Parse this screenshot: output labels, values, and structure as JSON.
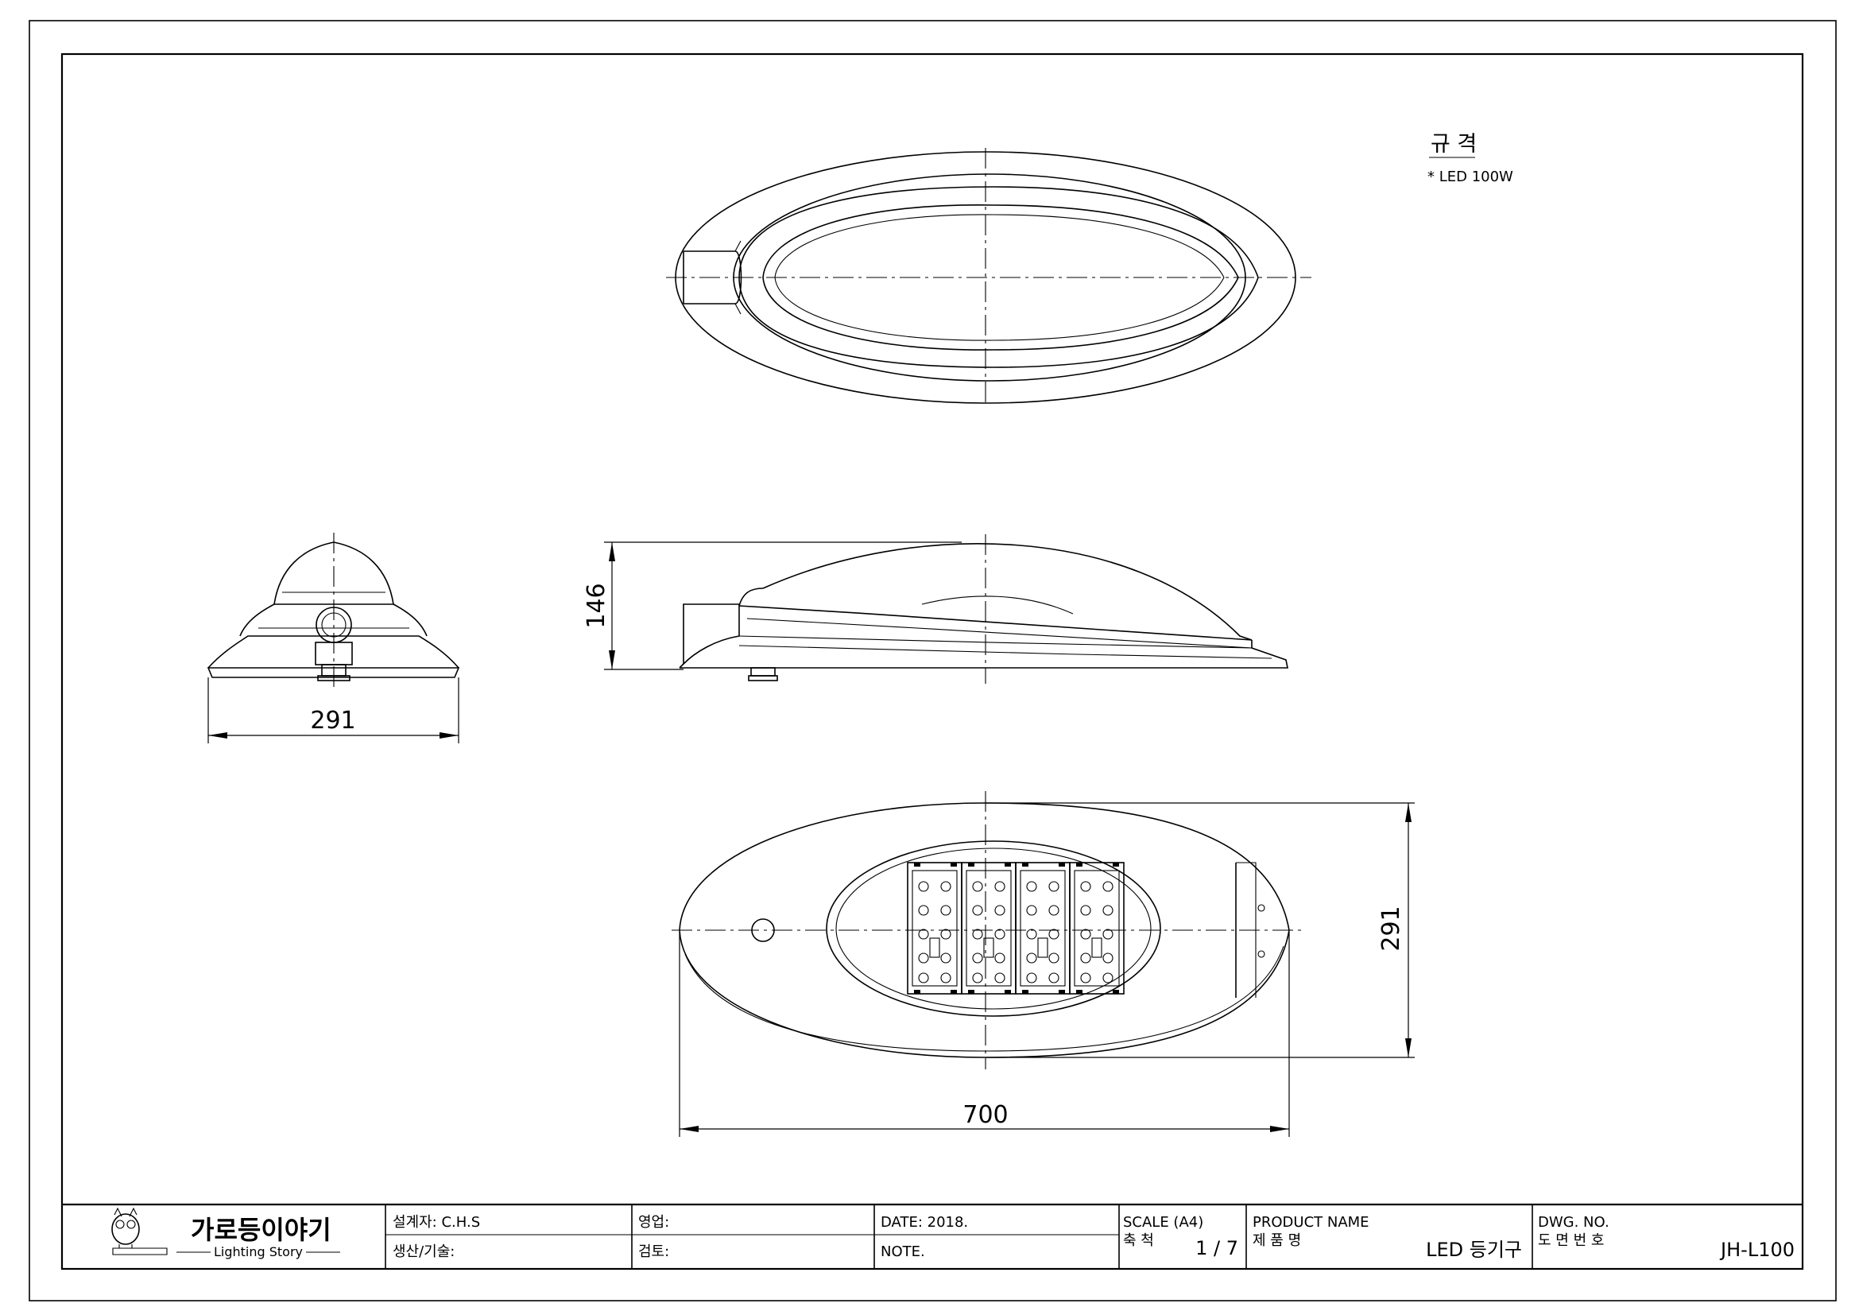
{
  "spec": {
    "heading": "규 격",
    "items": [
      "* LED 100W"
    ]
  },
  "dimensions": {
    "side_width": "291",
    "height": "146",
    "length": "700",
    "bottom_width": "291"
  },
  "title_block": {
    "logo_main": "가로등이야기",
    "logo_sub": "Lighting Story",
    "designer": "설계자: C.H.S",
    "production": "생산/기술:",
    "sales": "영업:",
    "review": "검토:",
    "date": "DATE: 2018.",
    "note": "NOTE.",
    "scale_label": "SCALE (A4)",
    "scale_kor": "축 척",
    "scale_value": "1 / 7",
    "product_label": "PRODUCT NAME",
    "product_kor": "제 품 명",
    "product_value": "LED 등기구",
    "dwg_label": "DWG. NO.",
    "dwg_kor": "도 면 번 호",
    "dwg_value": "JH-L100"
  }
}
